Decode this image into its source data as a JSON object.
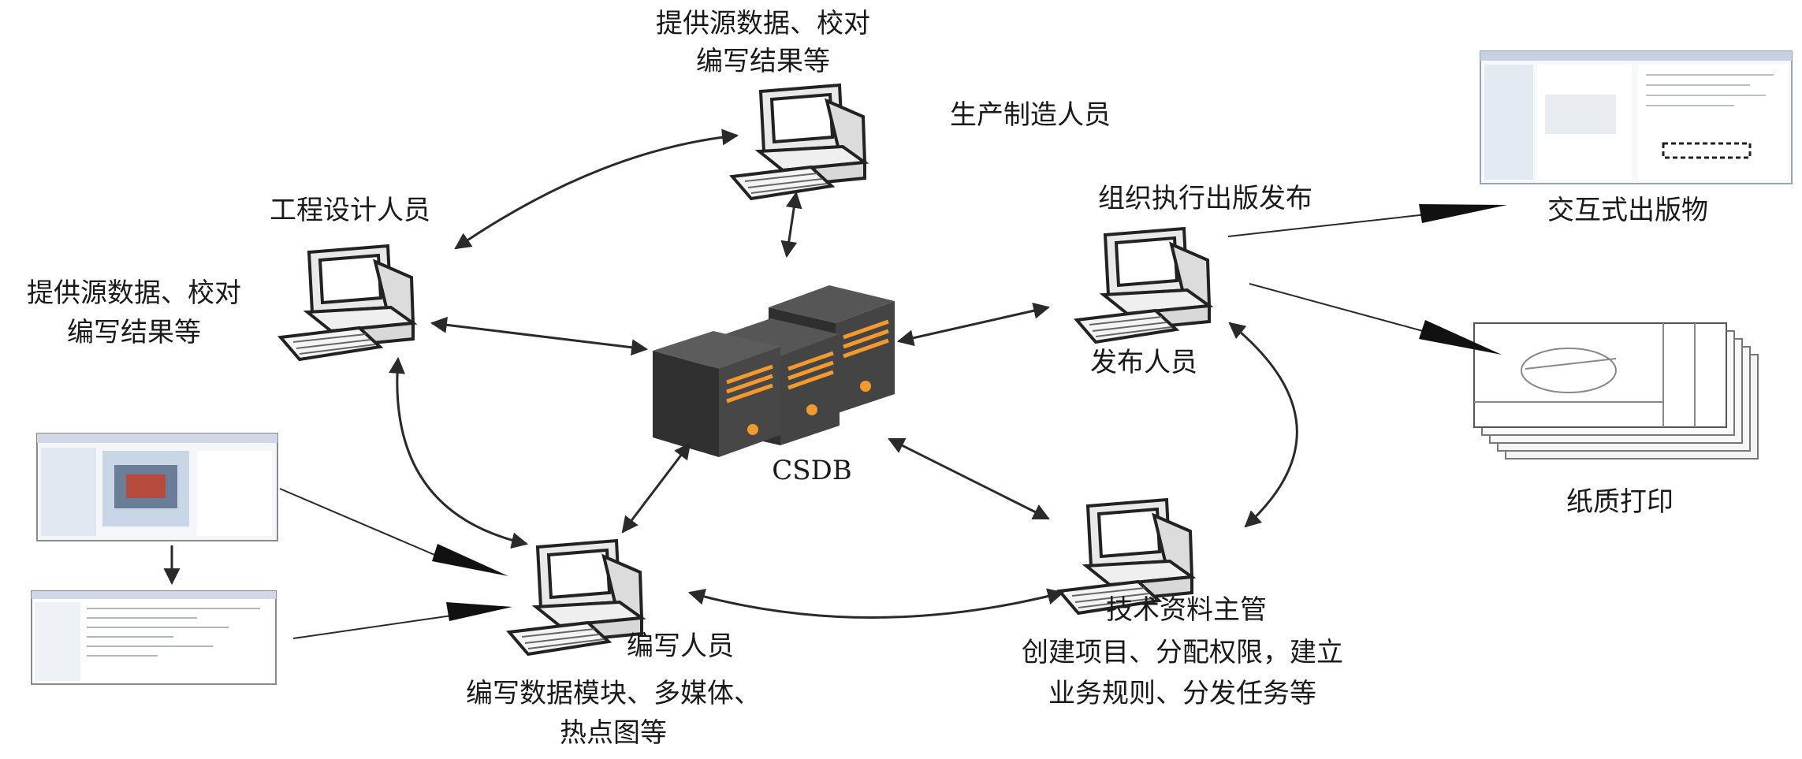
{
  "labels": {
    "top_desc_line1": "提供源数据、校对",
    "top_desc_line2": "编写结果等",
    "production_staff": "生产制造人员",
    "engineering_designer": "工程设计人员",
    "left_desc_line1": "提供源数据、校对",
    "left_desc_line2": "编写结果等",
    "csdb": "CSDB",
    "publish_org": "组织执行出版发布",
    "publisher": "发布人员",
    "interactive_pub": "交互式出版物",
    "paper_print": "纸质打印",
    "writer": "编写人员",
    "writer_desc_line1": "编写数据模块、多媒体、",
    "writer_desc_line2": "热点图等",
    "manager": "技术资料主管",
    "manager_desc_line1": "创建项目、分配权限，建立",
    "manager_desc_line2": "业务规则、分发任务等"
  },
  "colors": {
    "server_body": "#3a3a3a",
    "server_accent": "#f29a2e",
    "arrow": "#2a2a2a"
  }
}
